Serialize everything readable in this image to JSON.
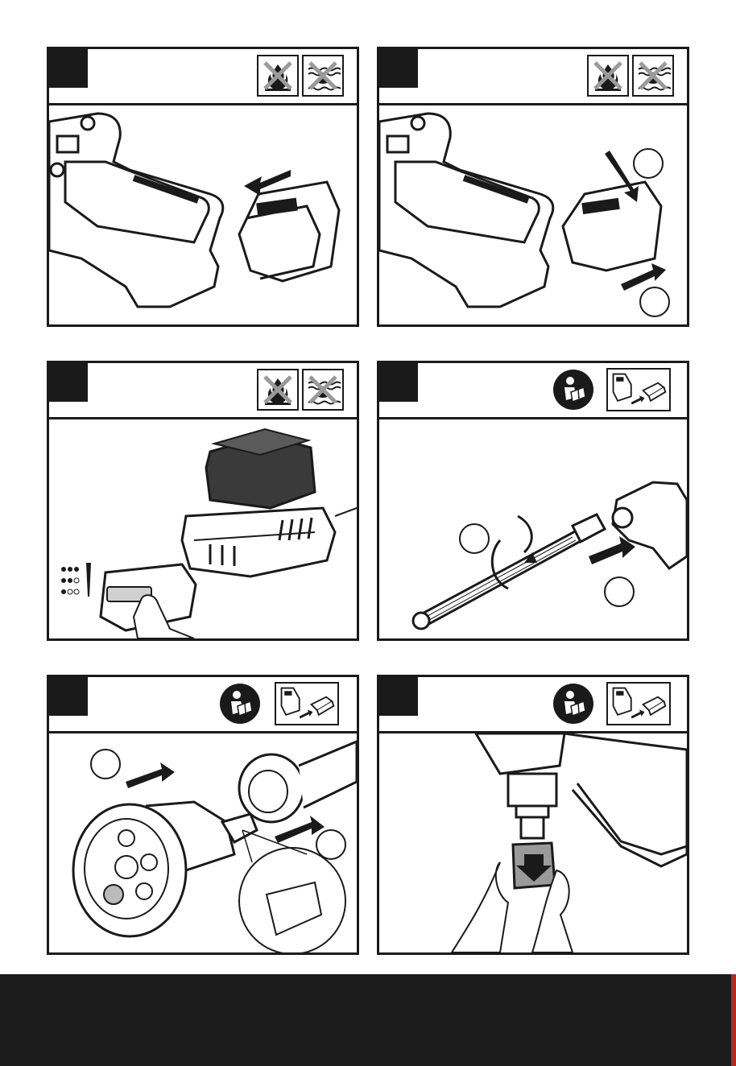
{
  "page": {
    "panels": [
      {
        "id": "step-1",
        "header_icons": [
          "no-fire-icon",
          "no-water-icon"
        ],
        "callouts": []
      },
      {
        "id": "step-2",
        "header_icons": [
          "no-fire-icon",
          "no-water-icon"
        ],
        "callouts": [
          "",
          ""
        ]
      },
      {
        "id": "step-3",
        "header_icons": [
          "no-fire-icon",
          "no-water-icon"
        ],
        "callouts": []
      },
      {
        "id": "step-4",
        "header_icons": [
          "read-manual-icon",
          "battery-insert-pictogram"
        ],
        "callouts": [
          "",
          ""
        ]
      },
      {
        "id": "step-5",
        "header_icons": [
          "read-manual-icon",
          "battery-insert-pictogram"
        ],
        "callouts": [
          "",
          ""
        ]
      },
      {
        "id": "step-6",
        "header_icons": [
          "read-manual-icon",
          "battery-insert-pictogram"
        ],
        "callouts": []
      }
    ],
    "colors": {
      "ink": "#1a1a1a",
      "footer": "#1b1b1b",
      "accent": "#b8261f",
      "grey": "#9a9a9a"
    }
  }
}
